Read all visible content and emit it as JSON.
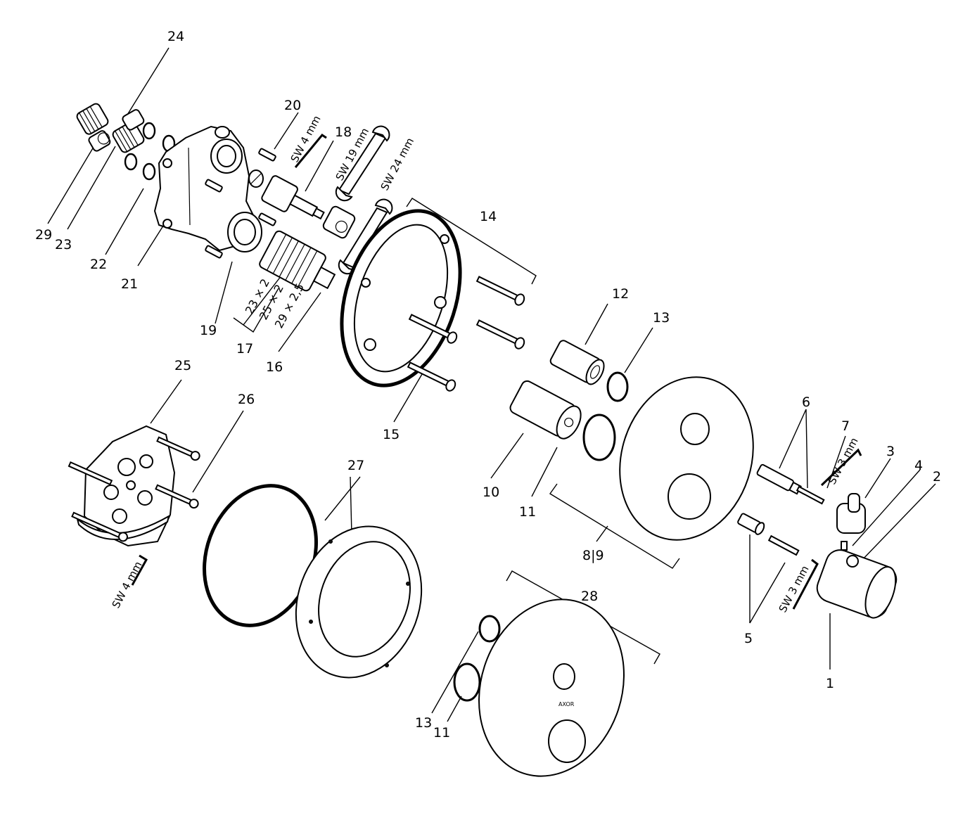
{
  "labels": {
    "l1": "1",
    "l2": "2",
    "l3": "3",
    "l4": "4",
    "l5": "5",
    "l6": "6",
    "l7": "7",
    "l89": "8|9",
    "l10": "10",
    "l11a": "11",
    "l11b": "11",
    "l12": "12",
    "l13a": "13",
    "l13b": "13",
    "l14": "14",
    "l15": "15",
    "l16": "16",
    "l17": "17",
    "l18": "18",
    "l19": "19",
    "l20": "20",
    "l21": "21",
    "l22": "22",
    "l23": "23",
    "l24": "24",
    "l25": "25",
    "l26": "26",
    "l27": "27",
    "l28": "28",
    "l29": "29"
  },
  "tool_labels": {
    "sw4_top": "SW 4 mm",
    "sw19": "SW 19 mm",
    "sw24": "SW 24 mm",
    "sw3_top": "SW 3 mm",
    "sw3_bottom": "SW 3 mm",
    "sw4_bottom": "SW 4 mm"
  },
  "seal_sizes": [
    "23 × 2",
    "25 × 2",
    "29 × 2,5"
  ],
  "logo_text": "AXOR"
}
